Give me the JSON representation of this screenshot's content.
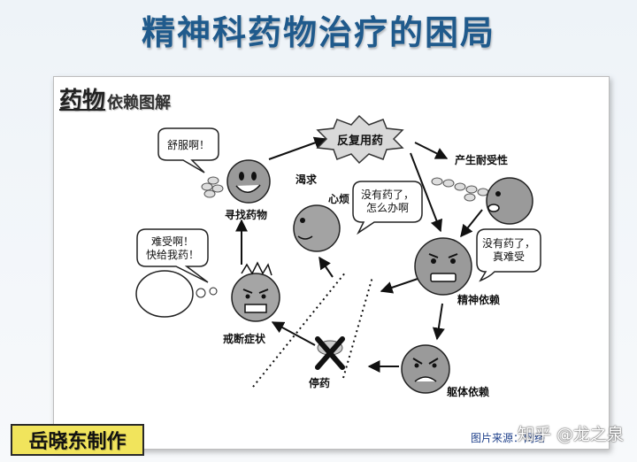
{
  "title": "精神科药物治疗的困局",
  "panel": {
    "heading_main": "药物",
    "heading_sub": "依赖图解"
  },
  "diagram": {
    "center_star": "反复用药",
    "bubbles": {
      "comfortable": "舒服啊！",
      "suffering": "难受啊！\n快给我药！",
      "worried": "没有药了，\n怎么办啊",
      "miserable": "没有药了，\n真难受"
    },
    "labels": {
      "seek_drug": "寻找药物",
      "tolerance": "产生耐受性",
      "withdrawal": "戒断症状",
      "mental": "精神依赖",
      "physical": "躯体依赖",
      "stop": "停药",
      "craving": "渴求",
      "restless": "心烦"
    }
  },
  "footer": {
    "author": "岳晓东制作",
    "source": "图片来源：网络",
    "watermark": "知乎 @龙之泉"
  }
}
